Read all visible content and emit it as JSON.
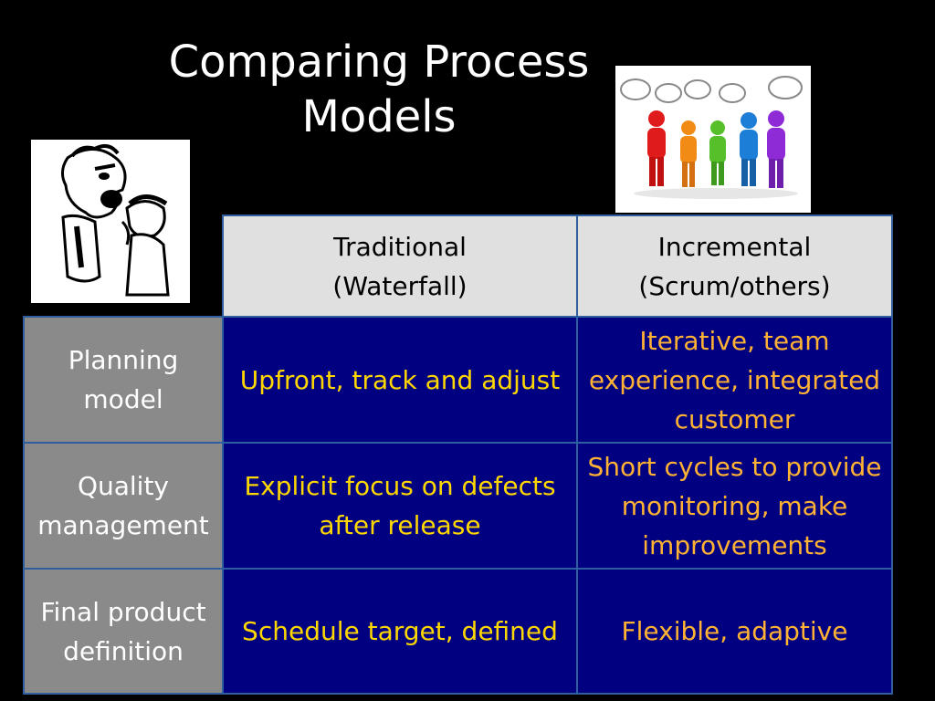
{
  "slide": {
    "title_lines": [
      "Comparing Process",
      "Models"
    ]
  },
  "table": {
    "headers": [
      {
        "lines": [
          "Traditional",
          "(Waterfall)"
        ]
      },
      {
        "lines": [
          "Incremental",
          "(Scrum/others)"
        ]
      }
    ],
    "rows": [
      {
        "label_lines": [
          "Planning",
          "model"
        ],
        "traditional_lines": [
          "Upfront, track and adjust"
        ],
        "incremental_lines": [
          "Iterative, team",
          "experience, integrated",
          "customer"
        ]
      },
      {
        "label_lines": [
          "Quality",
          "management"
        ],
        "traditional_lines": [
          "Explicit focus on defects",
          "after release"
        ],
        "incremental_lines": [
          "Short cycles to provide",
          "monitoring, make",
          "improvements"
        ]
      },
      {
        "label_lines": [
          "Final product",
          "definition"
        ],
        "traditional_lines": [
          "Schedule target, defined"
        ],
        "incremental_lines": [
          "Flexible, adaptive"
        ]
      }
    ]
  },
  "colors": {
    "background": "#000000",
    "header_fill": "#e0e0e0",
    "label_fill": "#8a8a8a",
    "body_fill": "#000080",
    "traditional_text": "#ffd700",
    "incremental_text": "#ffb233",
    "grid_border": "#2f5f9f"
  },
  "images": [
    {
      "name": "angry-boss-illustration-icon"
    },
    {
      "name": "team-discussion-illustration-icon"
    }
  ]
}
